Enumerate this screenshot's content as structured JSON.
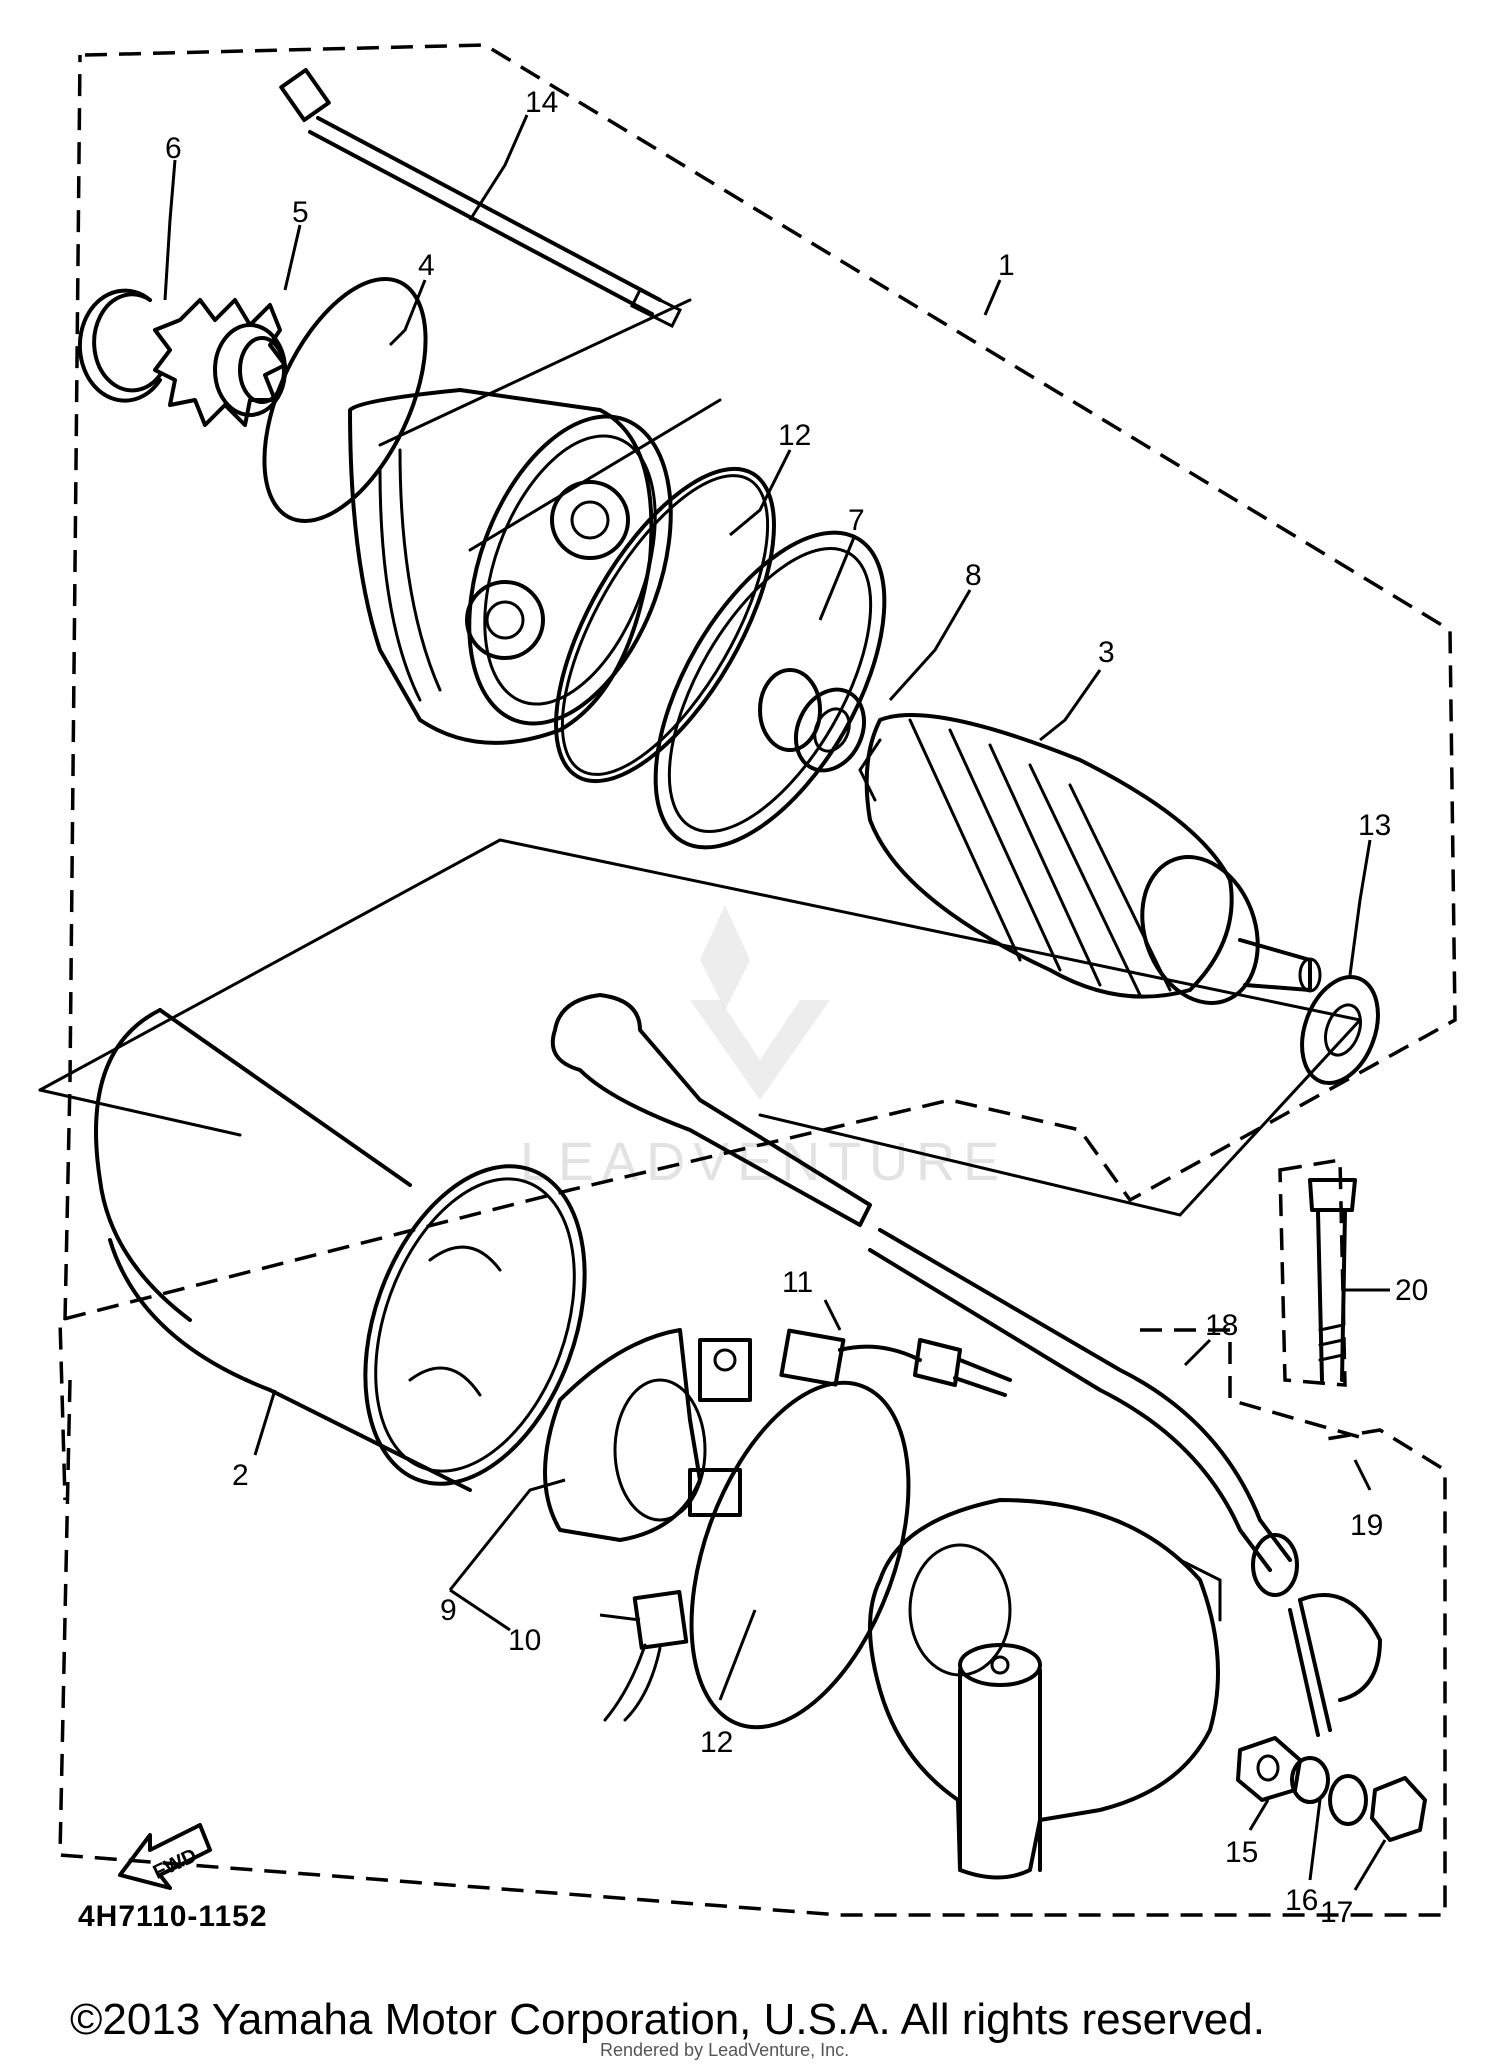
{
  "diagram": {
    "part_labels": [
      {
        "id": "1",
        "text": "1"
      },
      {
        "id": "2",
        "text": "2"
      },
      {
        "id": "3",
        "text": "3"
      },
      {
        "id": "4",
        "text": "4"
      },
      {
        "id": "5",
        "text": "5"
      },
      {
        "id": "6",
        "text": "6"
      },
      {
        "id": "7",
        "text": "7"
      },
      {
        "id": "8",
        "text": "8"
      },
      {
        "id": "9",
        "text": "9"
      },
      {
        "id": "10",
        "text": "10"
      },
      {
        "id": "11",
        "text": "11"
      },
      {
        "id": "12a",
        "text": "12"
      },
      {
        "id": "12b",
        "text": "12"
      },
      {
        "id": "13",
        "text": "13"
      },
      {
        "id": "14",
        "text": "14"
      },
      {
        "id": "15",
        "text": "15"
      },
      {
        "id": "16",
        "text": "16"
      },
      {
        "id": "17",
        "text": "17"
      },
      {
        "id": "18",
        "text": "18"
      },
      {
        "id": "19",
        "text": "19"
      },
      {
        "id": "20",
        "text": "20"
      }
    ],
    "fwd_label": "FWD",
    "watermark": "LEADVENTURE"
  },
  "document_code": "4H7110-1152",
  "copyright": "©2013 Yamaha Motor Corporation, U.S.A. All rights reserved.",
  "render_note": "Rendered by LeadVenture, Inc."
}
